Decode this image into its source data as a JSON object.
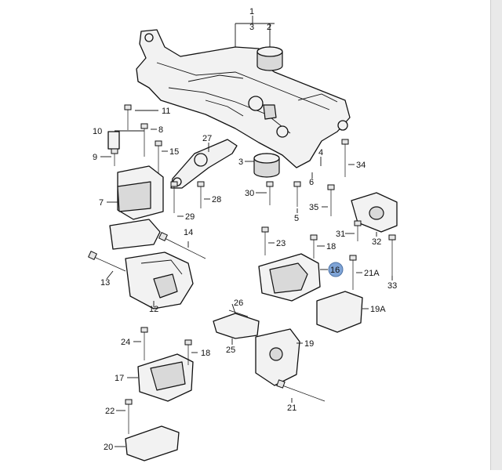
{
  "callouts": [
    {
      "text": "1"
    },
    {
      "text": "3"
    },
    {
      "text": "2"
    },
    {
      "text": "11"
    },
    {
      "text": "10"
    },
    {
      "text": "8"
    },
    {
      "text": "9"
    },
    {
      "text": "15"
    },
    {
      "text": "27"
    },
    {
      "text": "7"
    },
    {
      "text": "28"
    },
    {
      "text": "29"
    },
    {
      "text": "3"
    },
    {
      "text": "30"
    },
    {
      "text": "5"
    },
    {
      "text": "4"
    },
    {
      "text": "6"
    },
    {
      "text": "35"
    },
    {
      "text": "34"
    },
    {
      "text": "31"
    },
    {
      "text": "32"
    },
    {
      "text": "33"
    },
    {
      "text": "14"
    },
    {
      "text": "23"
    },
    {
      "text": "18"
    },
    {
      "text": "16"
    },
    {
      "text": "21A"
    },
    {
      "text": "19A"
    },
    {
      "text": "13"
    },
    {
      "text": "12"
    },
    {
      "text": "26"
    },
    {
      "text": "25"
    },
    {
      "text": "19"
    },
    {
      "text": "24"
    },
    {
      "text": "18"
    },
    {
      "text": "17"
    },
    {
      "text": "21"
    },
    {
      "text": "22"
    },
    {
      "text": "20"
    }
  ],
  "highlight": {
    "callout": "16",
    "color": "#7fa4d6"
  }
}
